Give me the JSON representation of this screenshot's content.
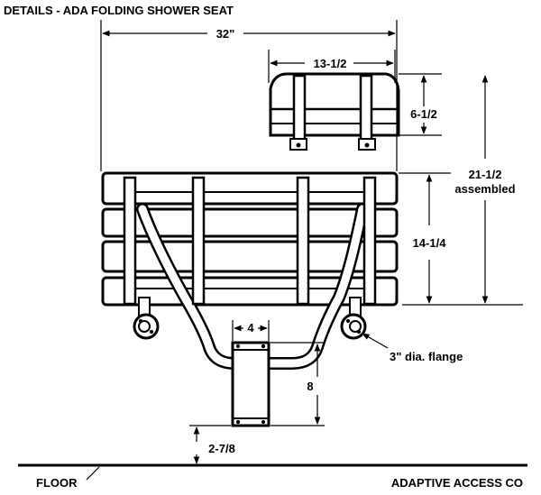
{
  "title": "DETAILS - ADA FOLDING SHOWER SEAT",
  "dimensions": {
    "overall_width": "32\"",
    "folded_width": "13-1/2",
    "folded_height": "6-1/2",
    "assembled_height": "21-1/2",
    "assembled_note": "assembled",
    "seat_depth": "14-1/4",
    "leg_width": "4",
    "leg_height": "8",
    "floor_clearance": "2-7/8"
  },
  "callouts": {
    "flange": "3\" dia. flange"
  },
  "footer": {
    "floor_label": "FLOOR",
    "company": "ADAPTIVE ACCESS CO"
  },
  "colors": {
    "ink": "#000000",
    "paper": "#ffffff"
  }
}
